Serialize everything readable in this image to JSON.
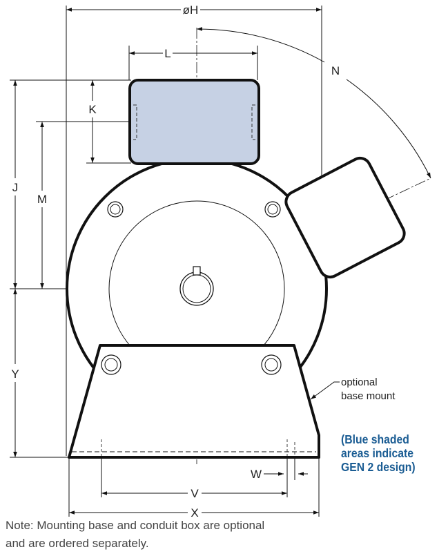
{
  "labels": {
    "H": "øH",
    "L": "L",
    "N": "N",
    "K": "K",
    "J": "J",
    "M": "M",
    "Y": "Y",
    "W": "W",
    "V": "V",
    "X": "X",
    "optional_base_1": "optional",
    "optional_base_2": "base mount"
  },
  "gen2_lines": [
    "(Blue shaded",
    "areas indicate",
    "GEN 2 design)"
  ],
  "note_lines": [
    "Note: Mounting base and conduit box are optional",
    "and are ordered separately."
  ],
  "colors": {
    "conduit_fill": "#c6d1e4",
    "gen2_text": "#1a5c93",
    "line": "#111111"
  }
}
